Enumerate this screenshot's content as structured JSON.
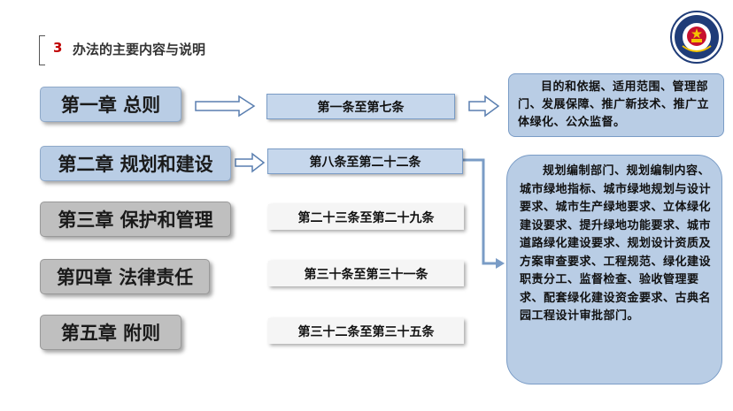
{
  "header": {
    "number": "3",
    "title": "办法的主要内容与说明"
  },
  "chapters": [
    {
      "label": "第一章 总则",
      "articles": "第一条至第七条",
      "style": "blue"
    },
    {
      "label": "第二章 规划和建设",
      "articles": "第八条至第二十二条",
      "style": "blue"
    },
    {
      "label": "第三章 保护和管理",
      "articles": "第二十三条至第二十九条",
      "style": "gray"
    },
    {
      "label": "第四章 法律责任",
      "articles": "第三十条至第三十一条",
      "style": "gray"
    },
    {
      "label": "第五章 附则",
      "articles": "第三十二条至第三十五条",
      "style": "gray"
    }
  ],
  "notes": {
    "chapter1": "目的和依据、适用范围、管理部门、发展保障、推广新技术、推广立体绿化、公众监督。",
    "chapter2": "规划编制部门、规划编制内容、城市绿地指标、城市绿地规划与设计要求、城市生产绿地要求、立体绿化建设要求、提升绿地功能要求、城市道路绿化建设要求、规划设计资质及方案审查要求、工程规范、绿化建设职责分工、监督检查、验收管理要求、配套绿化建设资金要求、古典名园工程设计审批部门。"
  },
  "colors": {
    "accent_red": "#c00000",
    "blue_box": "#b9cde5",
    "gray_box": "#bfbfbf",
    "arrow_stroke": "#7a9cc6"
  }
}
